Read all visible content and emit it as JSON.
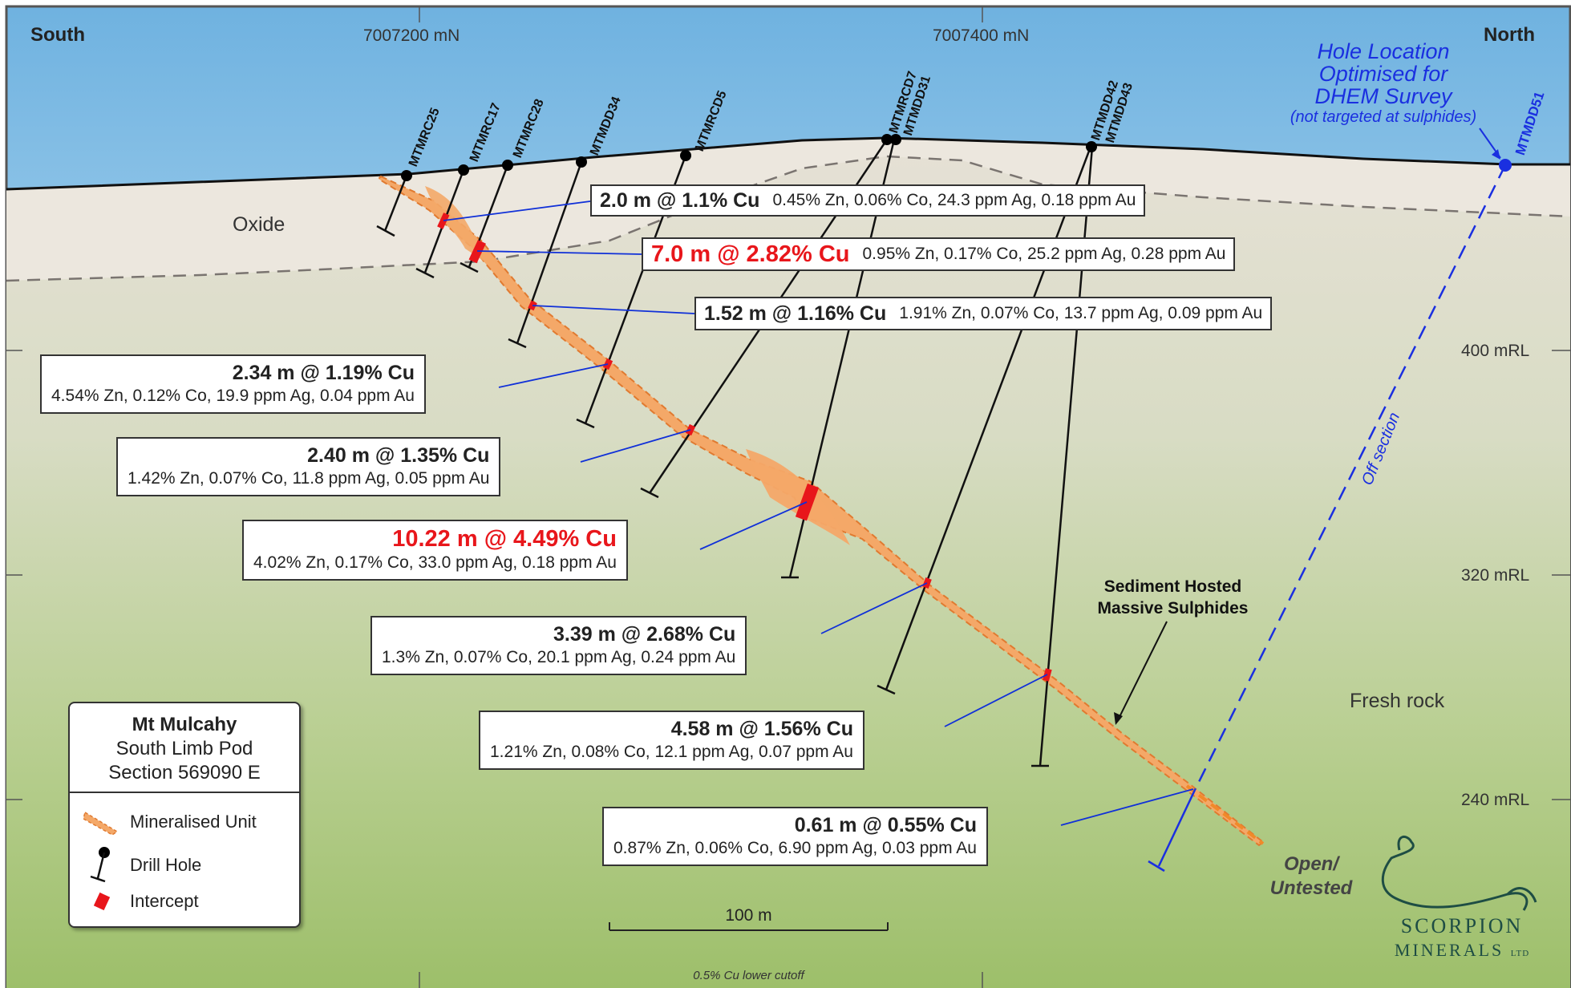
{
  "compass": {
    "south": "South",
    "north": "North"
  },
  "eastings": [
    "7007200 mN",
    "7007400 mN"
  ],
  "elevations": [
    "400 mRL",
    "320 mRL",
    "240 mRL"
  ],
  "zones": {
    "oxide": "Oxide",
    "fresh": "Fresh rock"
  },
  "holes": [
    {
      "id": "MTMRC25"
    },
    {
      "id": "MTMRC17"
    },
    {
      "id": "MTMRC28"
    },
    {
      "id": "MTMDD34"
    },
    {
      "id": "MTMRCD5"
    },
    {
      "id": "MTMRCD7"
    },
    {
      "id": "MTMDD31"
    },
    {
      "id": "MTMDD42"
    },
    {
      "id": "MTMDD43"
    },
    {
      "id": "MTMDD51"
    }
  ],
  "dhem_note": {
    "line1": "Hole Location",
    "line2": "Optimised for",
    "line3": "DHEM Survey",
    "line4": "(not targeted at sulphides)"
  },
  "off_section": "Off section",
  "intercepts": [
    {
      "headline": "2.0 m @ 1.1% Cu",
      "detail": "0.45% Zn, 0.06% Co, 24.3 ppm Ag, 0.18 ppm Au",
      "highlight": false
    },
    {
      "headline": "7.0 m @ 2.82% Cu",
      "detail": "0.95% Zn, 0.17% Co, 25.2 ppm Ag, 0.28 ppm Au",
      "highlight": true
    },
    {
      "headline": "1.52 m @ 1.16% Cu",
      "detail": "1.91% Zn, 0.07% Co, 13.7 ppm Ag, 0.09 ppm Au",
      "highlight": false
    },
    {
      "headline": "2.34 m @ 1.19% Cu",
      "detail": "4.54% Zn, 0.12% Co, 19.9 ppm Ag, 0.04 ppm Au",
      "highlight": false
    },
    {
      "headline": "2.40 m @ 1.35% Cu",
      "detail": "1.42% Zn, 0.07% Co, 11.8 ppm Ag, 0.05 ppm Au",
      "highlight": false
    },
    {
      "headline": "10.22 m @ 4.49% Cu",
      "detail": "4.02% Zn, 0.17% Co, 33.0 ppm Ag, 0.18 ppm Au",
      "highlight": true
    },
    {
      "headline": "3.39 m @ 2.68% Cu",
      "detail": "1.3% Zn, 0.07% Co, 20.1 ppm Ag, 0.24 ppm Au",
      "highlight": false
    },
    {
      "headline": "4.58 m @ 1.56% Cu",
      "detail": "1.21% Zn, 0.08% Co, 12.1 ppm Ag, 0.07 ppm Au",
      "highlight": false
    },
    {
      "headline": "0.61 m @ 0.55% Cu",
      "detail": "0.87% Zn, 0.06% Co, 6.90 ppm Ag, 0.03 ppm Au",
      "highlight": false
    }
  ],
  "sulphide_label": {
    "line1": "Sediment Hosted",
    "line2": "Massive Sulphides"
  },
  "open_label": {
    "line1": "Open/",
    "line2": "Untested"
  },
  "legend": {
    "title": "Mt Mulcahy",
    "subtitle1": "South Limb Pod",
    "subtitle2": "Section 569090 E",
    "items": [
      "Mineralised Unit",
      "Drill Hole",
      "Intercept"
    ]
  },
  "scale_bar": "100 m",
  "cutoff_note": "0.5% Cu lower cutoff",
  "logo": {
    "line1": "SCORPION",
    "line2": "MINERALS",
    "suffix": "LTD"
  },
  "colors": {
    "highlight": "#e8161b",
    "normal_text": "#222222",
    "leader": "#1030d8",
    "dhem": "#1a2fe0",
    "mineralised": "#f4a868",
    "mineralised_edge": "#e07a30",
    "sky_top": "#6fb2e0",
    "fresh_bottom": "#9dbf6a"
  }
}
